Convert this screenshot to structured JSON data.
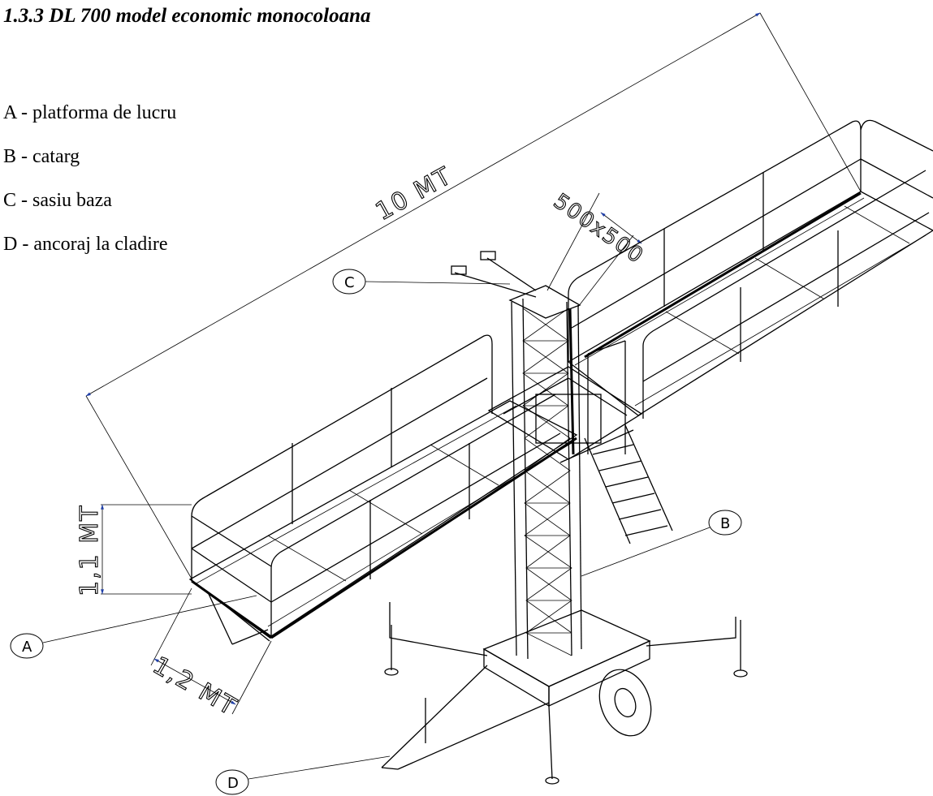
{
  "title": "1.3.3 DL 700 model economic monocoloana",
  "legend": [
    "A - platforma de lucru",
    "B - catarg",
    "C - sasiu baza",
    "D - ancoraj la cladire"
  ],
  "dimensions": {
    "length": "10 MT",
    "mast": "500x500",
    "height": "1,1 MT",
    "width": "1,2 MT"
  },
  "callouts": {
    "a": "A",
    "b": "B",
    "c": "C",
    "d": "D"
  },
  "colors": {
    "line": "#000000",
    "dimension_arrow": "#1f3fa8"
  }
}
